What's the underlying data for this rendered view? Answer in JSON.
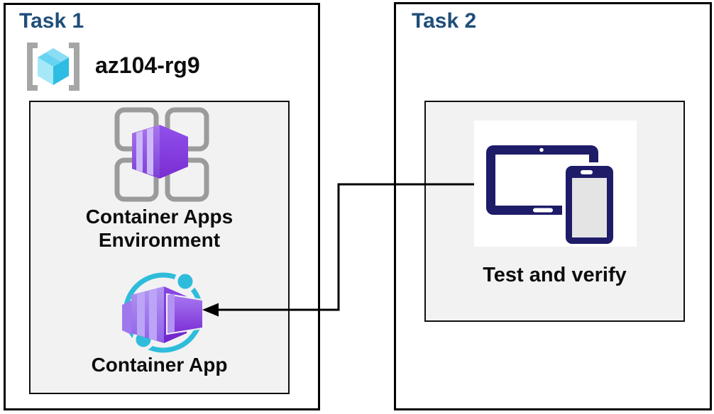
{
  "diagram": {
    "task1": {
      "title": "Task 1",
      "resource_group": "az104-rg9",
      "environment_label": "Container Apps Environment",
      "app_label": "Container App"
    },
    "task2": {
      "title": "Task 2",
      "verify_label": "Test and verify"
    },
    "icons": [
      "resource-group-icon",
      "container-apps-environment-icon",
      "container-app-icon",
      "devices-icon",
      "arrow-connector"
    ],
    "colors": {
      "heading": "#1F4E79",
      "label_text": "#0D0D0D",
      "box_border": "#000000",
      "panel_bg": "#F2F2F2",
      "panel_border": "#111111",
      "purple_light": "#B89CF4",
      "purple_mid": "#8B4FE6",
      "purple_dark": "#7226CF",
      "stripe": "#CDB8F8",
      "cyan_ring": "#2FBCDB",
      "cube_cyan_light": "#A5E8F8",
      "cube_cyan_mid": "#66D3F1",
      "cube_cyan_dark": "#2EBDE2",
      "bracket_gray": "#A6A6A6",
      "grid_gray": "#9B9B9B",
      "device_navy": "#1E1B68",
      "phone_screen": "#E4E4E4"
    }
  }
}
